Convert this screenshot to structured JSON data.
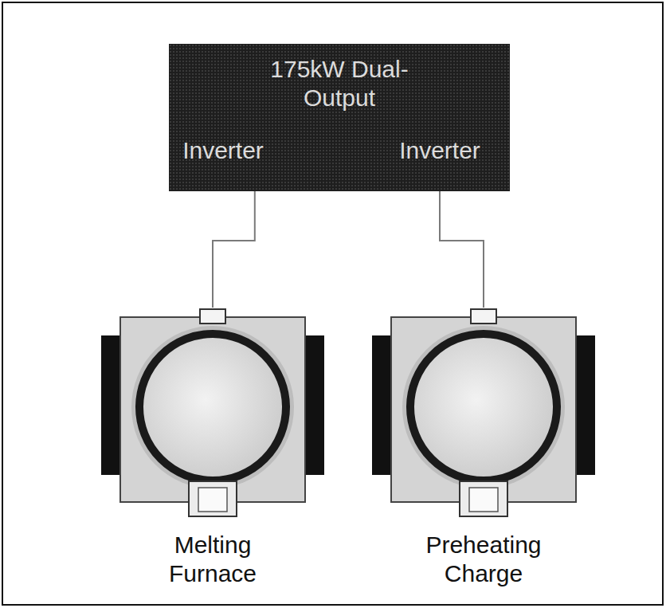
{
  "diagram": {
    "nodes": [
      {
        "text": [
          "175kW Dual-Output"
        ]
      },
      {
        "text": [
          "Inverter"
        ],
        "in": 0
      },
      {
        "text": [
          "Inverter"
        ],
        "in": 0
      },
      {
        "text": [
          "Melting Furnace"
        ]
      },
      {
        "text": [
          "Preheating Charge"
        ]
      }
    ],
    "edges": [
      {
        "from": 1,
        "to": 3,
        "arrow": "none"
      },
      {
        "from": 2,
        "to": 4,
        "arrow": "none"
      }
    ]
  }
}
